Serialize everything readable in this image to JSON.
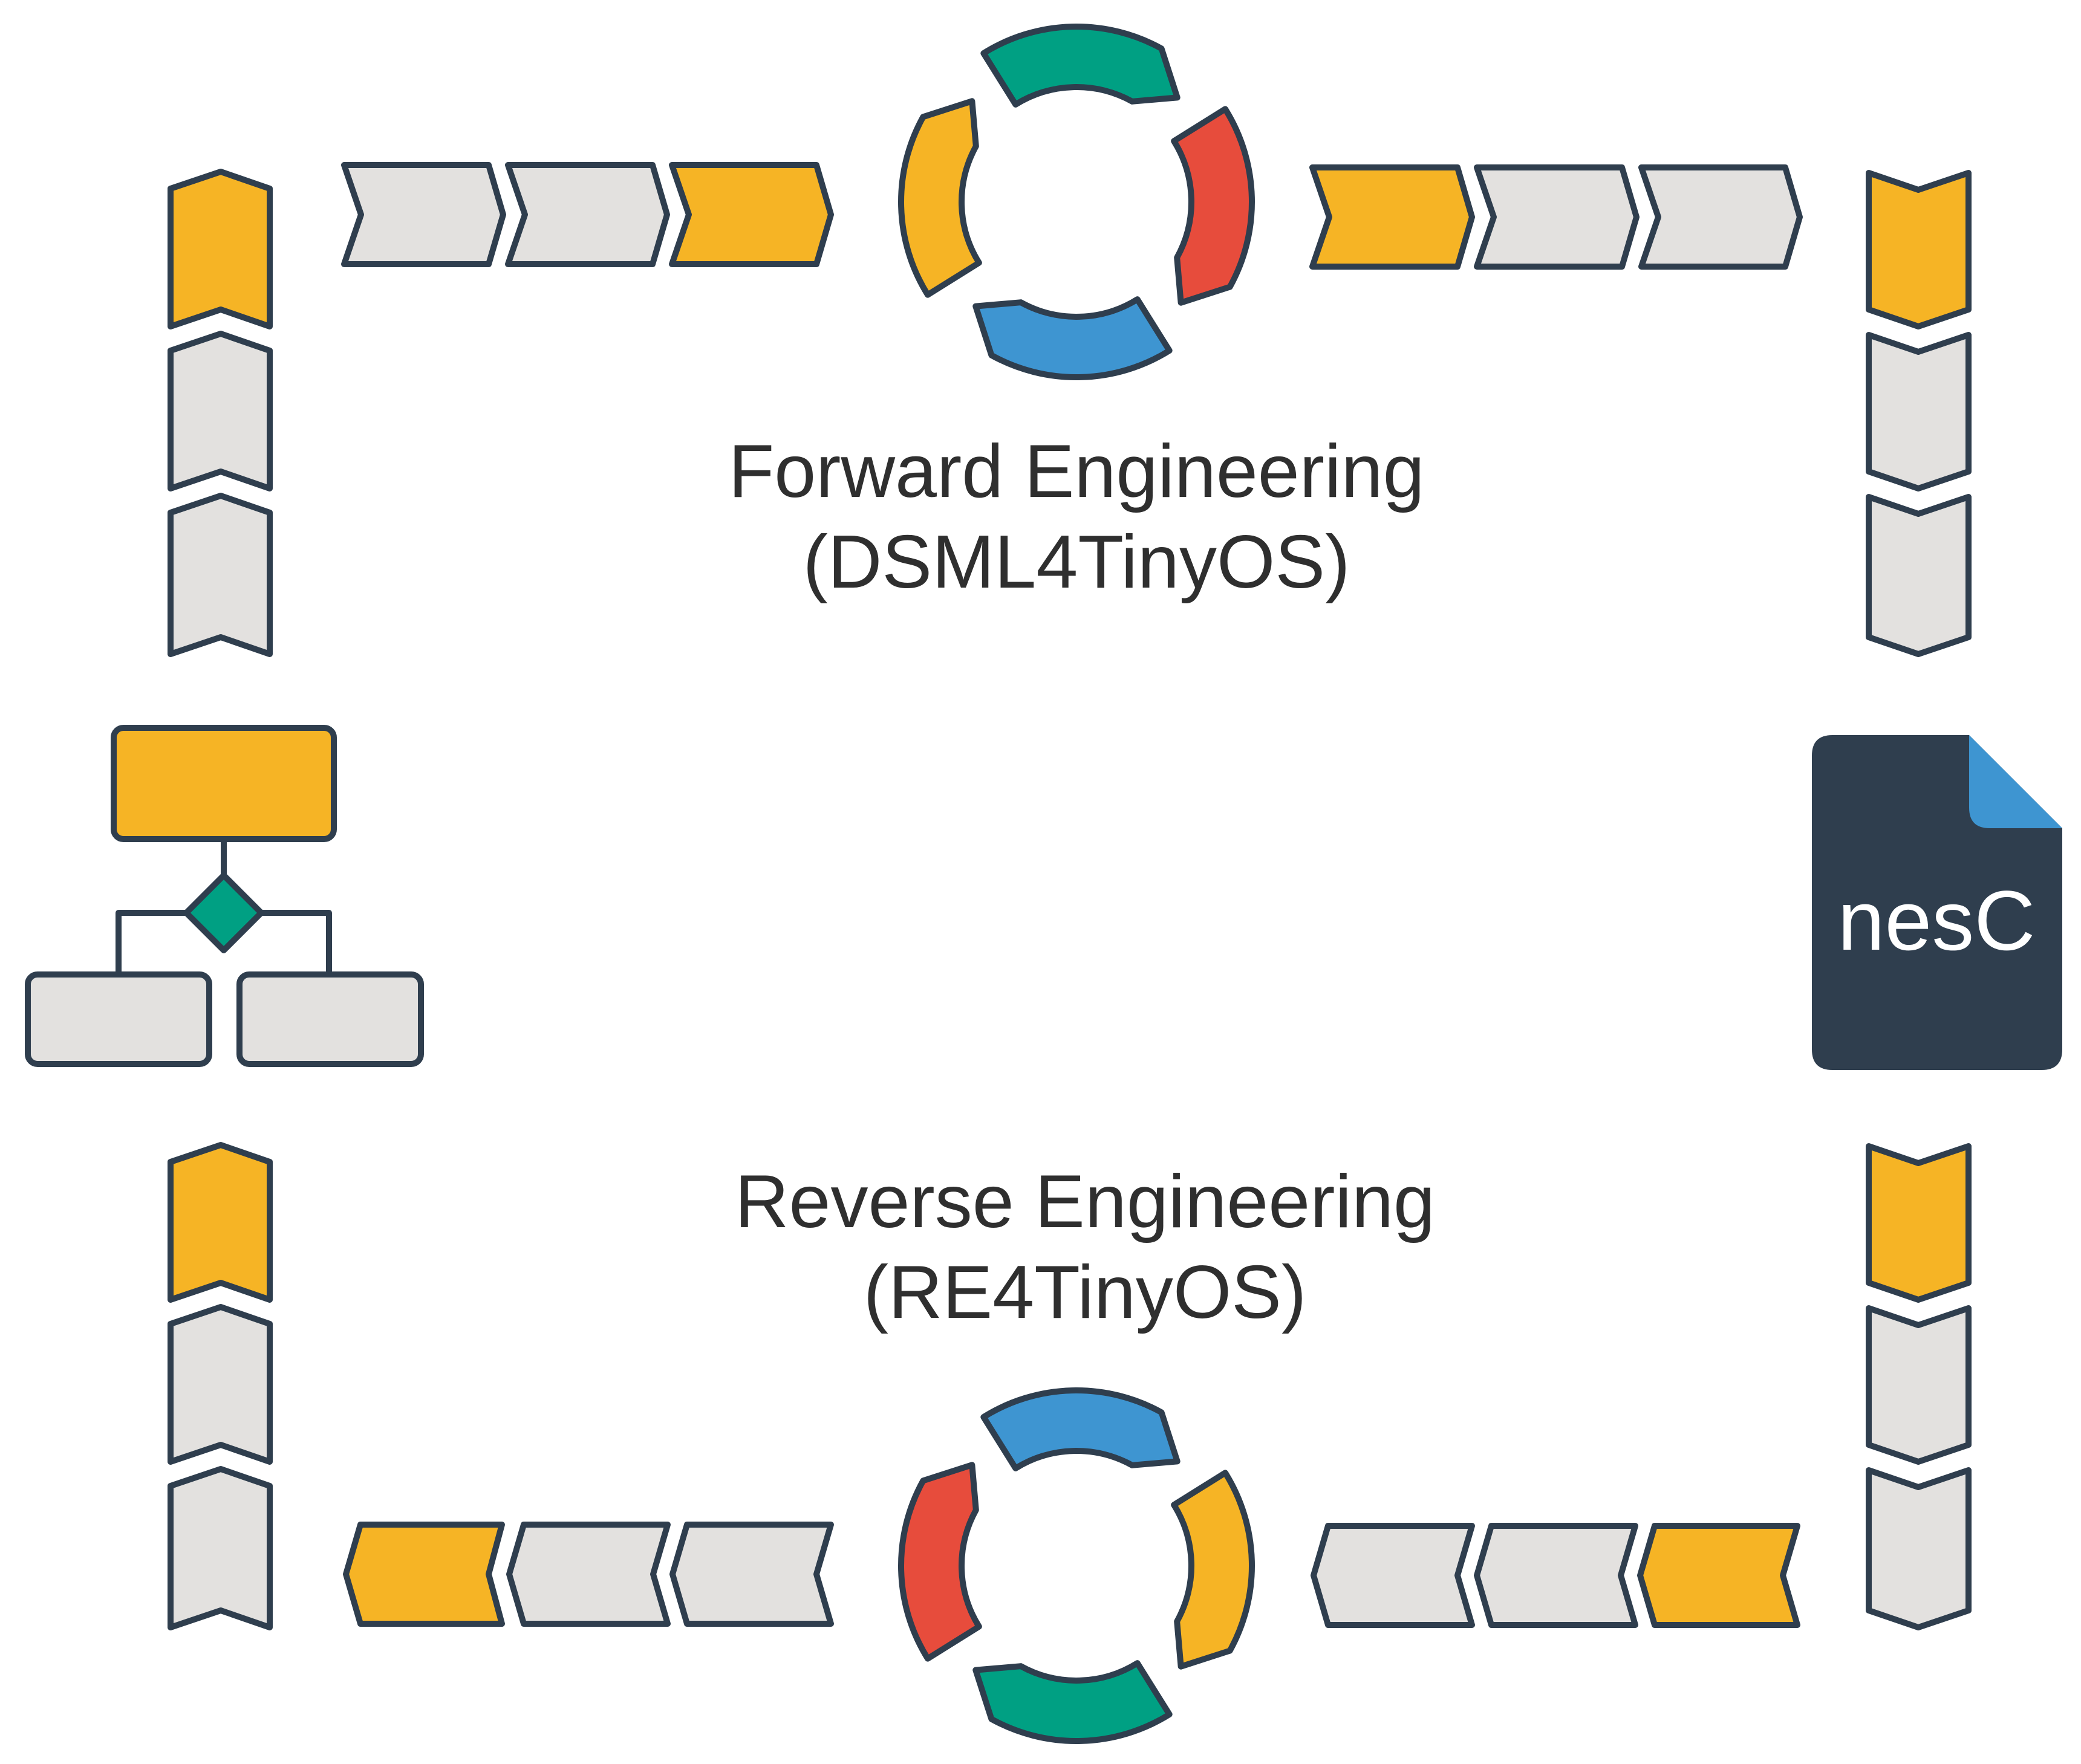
{
  "forward": {
    "title": "Forward Engineering",
    "subtitle": "(DSML4TinyOS)"
  },
  "reverse": {
    "title": "Reverse Engineering",
    "subtitle": "(RE4TinyOS)"
  },
  "nesc_file": {
    "label": "nesC"
  },
  "colors": {
    "yellow": "#f6b425",
    "gray": "#e3e1df",
    "outline": "#2f3e4e",
    "green": "#00a083",
    "red": "#e74c3c",
    "blue": "#3e95d1",
    "file_body": "#2f3e4e",
    "file_corner": "#3e95d1",
    "diamond": "#00a083"
  }
}
